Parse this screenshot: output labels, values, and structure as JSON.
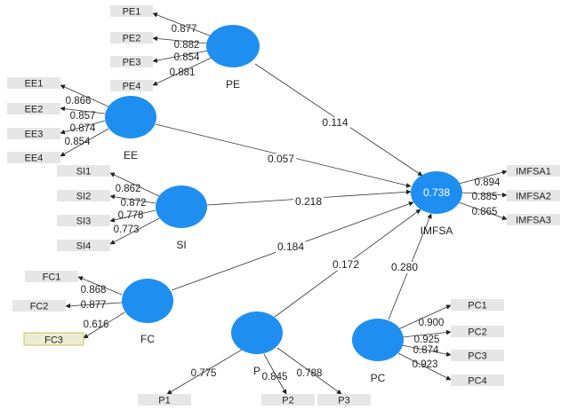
{
  "colors": {
    "construct_fill": "#1e8ff0",
    "indicator_fill": "#e6e6e6",
    "indicator_selected_fill": "#ececd6",
    "indicator_selected_border": "#c9c25c",
    "line": "#333333",
    "label": "#222222"
  },
  "constructs": [
    {
      "id": "PE",
      "label": "PE",
      "value": ""
    },
    {
      "id": "EE",
      "label": "EE",
      "value": ""
    },
    {
      "id": "SI",
      "label": "SI",
      "value": ""
    },
    {
      "id": "FC",
      "label": "FC",
      "value": ""
    },
    {
      "id": "P",
      "label": "P",
      "value": ""
    },
    {
      "id": "PC",
      "label": "PC",
      "value": ""
    },
    {
      "id": "IMFSA",
      "label": "IMFSA",
      "value": "0.738"
    }
  ],
  "indicators": [
    {
      "id": "PE1",
      "label": "PE1",
      "construct": "PE",
      "loading": "0.877"
    },
    {
      "id": "PE2",
      "label": "PE2",
      "construct": "PE",
      "loading": "0.882"
    },
    {
      "id": "PE3",
      "label": "PE3",
      "construct": "PE",
      "loading": "0.854"
    },
    {
      "id": "PE4",
      "label": "PE4",
      "construct": "PE",
      "loading": "0.881"
    },
    {
      "id": "EE1",
      "label": "EE1",
      "construct": "EE",
      "loading": "0.866"
    },
    {
      "id": "EE2",
      "label": "EE2",
      "construct": "EE",
      "loading": "0.857"
    },
    {
      "id": "EE3",
      "label": "EE3",
      "construct": "EE",
      "loading": "0.874"
    },
    {
      "id": "EE4",
      "label": "EE4",
      "construct": "EE",
      "loading": "0.854"
    },
    {
      "id": "SI1",
      "label": "SI1",
      "construct": "SI",
      "loading": "0.862"
    },
    {
      "id": "SI2",
      "label": "SI2",
      "construct": "SI",
      "loading": "0.872"
    },
    {
      "id": "SI3",
      "label": "SI3",
      "construct": "SI",
      "loading": "0.778"
    },
    {
      "id": "SI4",
      "label": "SI4",
      "construct": "SI",
      "loading": "0.773"
    },
    {
      "id": "FC1",
      "label": "FC1",
      "construct": "FC",
      "loading": "0.868"
    },
    {
      "id": "FC2",
      "label": "FC2",
      "construct": "FC",
      "loading": "0.877"
    },
    {
      "id": "FC3",
      "label": "FC3",
      "construct": "FC",
      "loading": "0.616",
      "selected": true
    },
    {
      "id": "P1",
      "label": "P1",
      "construct": "P",
      "loading": "0.775"
    },
    {
      "id": "P2",
      "label": "P2",
      "construct": "P",
      "loading": "0.845"
    },
    {
      "id": "P3",
      "label": "P3",
      "construct": "P",
      "loading": "0.788"
    },
    {
      "id": "PC1",
      "label": "PC1",
      "construct": "PC",
      "loading": "0.900"
    },
    {
      "id": "PC2",
      "label": "PC2",
      "construct": "PC",
      "loading": "0.925"
    },
    {
      "id": "PC3",
      "label": "PC3",
      "construct": "PC",
      "loading": "0.874"
    },
    {
      "id": "PC4",
      "label": "PC4",
      "construct": "PC",
      "loading": "0.923"
    },
    {
      "id": "IMFSA1",
      "label": "IMFSA1",
      "construct": "IMFSA",
      "loading": "0.894"
    },
    {
      "id": "IMFSA2",
      "label": "IMFSA2",
      "construct": "IMFSA",
      "loading": "0.885"
    },
    {
      "id": "IMFSA3",
      "label": "IMFSA3",
      "construct": "IMFSA",
      "loading": "0.865"
    }
  ],
  "paths": [
    {
      "from": "PE",
      "to": "IMFSA",
      "coefficient": "0.114"
    },
    {
      "from": "EE",
      "to": "IMFSA",
      "coefficient": "0.057"
    },
    {
      "from": "SI",
      "to": "IMFSA",
      "coefficient": "0.218"
    },
    {
      "from": "FC",
      "to": "IMFSA",
      "coefficient": "0.184"
    },
    {
      "from": "P",
      "to": "IMFSA",
      "coefficient": "0.172"
    },
    {
      "from": "PC",
      "to": "IMFSA",
      "coefficient": "0.280"
    }
  ]
}
